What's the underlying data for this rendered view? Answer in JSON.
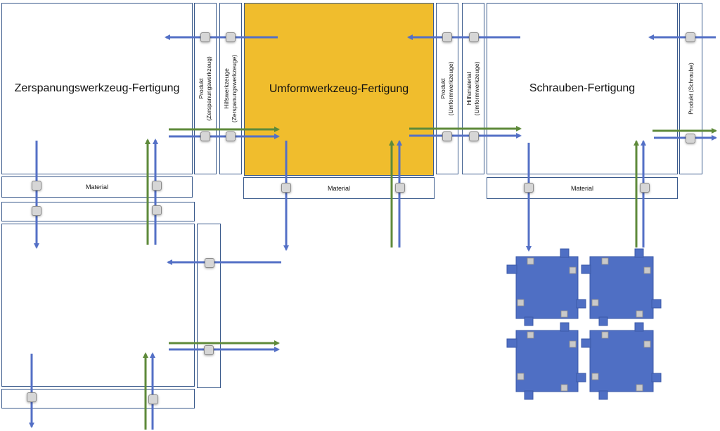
{
  "sections": {
    "zerspanung": {
      "title": "Zerspanungswerkzeug-Fertigung",
      "material": "Material",
      "strip_produkt": "Produkt\n(Zerspanungswerkzeug)",
      "strip_hilfs": "Hilfswerkzeuge\n(Zerspanungswerkzeuge)"
    },
    "umform": {
      "title": "Umformwerkzeug-Fertigung",
      "material": "Material",
      "strip_produkt": "Produkt\n(Umformwerkzeuge)",
      "strip_hilfs": "Hilfsmaterial\n(Umformwerkzeuge)"
    },
    "schrauben": {
      "title": "Schrauben-Fertigung",
      "material": "Material",
      "strip_produkt": "Produkt (Schraube)"
    }
  },
  "colors": {
    "flow_blue": "#5470c6",
    "flow_green": "#5e8a3a",
    "box_border": "#3a5a8c",
    "highlight_fill": "#f0bd2d",
    "module_fill": "#4f6fc4",
    "node_fill": "#d6d6d6"
  }
}
